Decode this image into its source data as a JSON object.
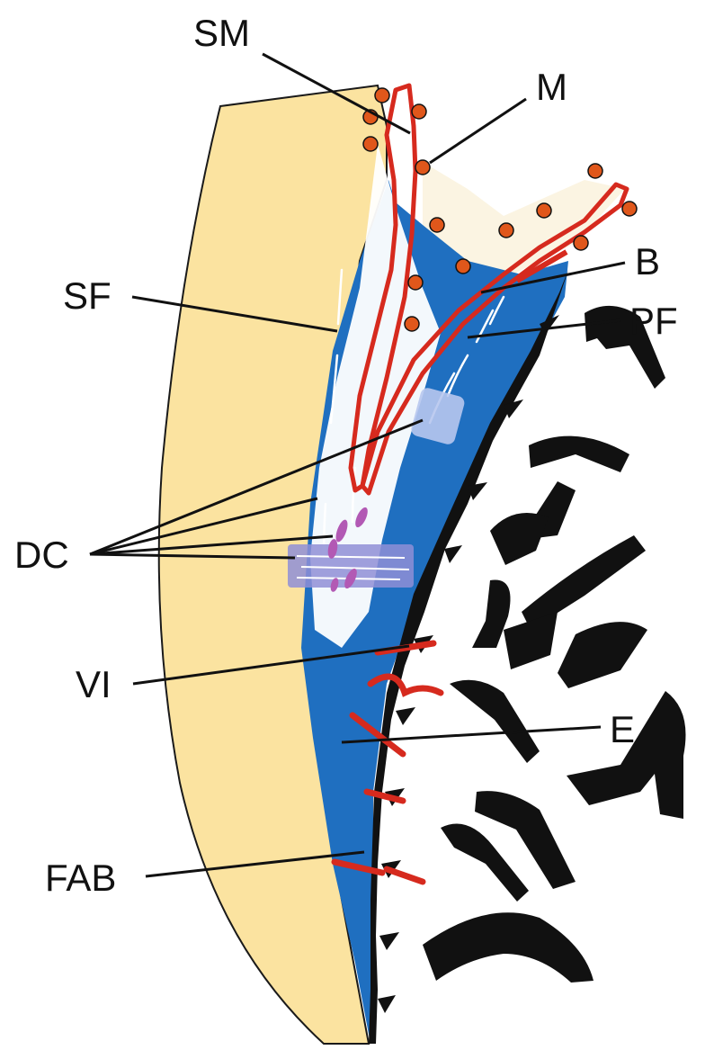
{
  "labels": {
    "sm": "SM",
    "m": "M",
    "sf": "SF",
    "b": "B",
    "pf": "PF",
    "dc": "DC",
    "vi": "VI",
    "e": "E",
    "fab": "FAB"
  },
  "colors": {
    "cementum_tan": "#fbe3a0",
    "fiber_blue": "#1f6fc0",
    "vessel_red": "#d62a1e",
    "cell_purple": "#b259b4",
    "band_lavender": "#8f8fd6",
    "pale_bone": "#fbf4e2",
    "ink": "#111111"
  }
}
